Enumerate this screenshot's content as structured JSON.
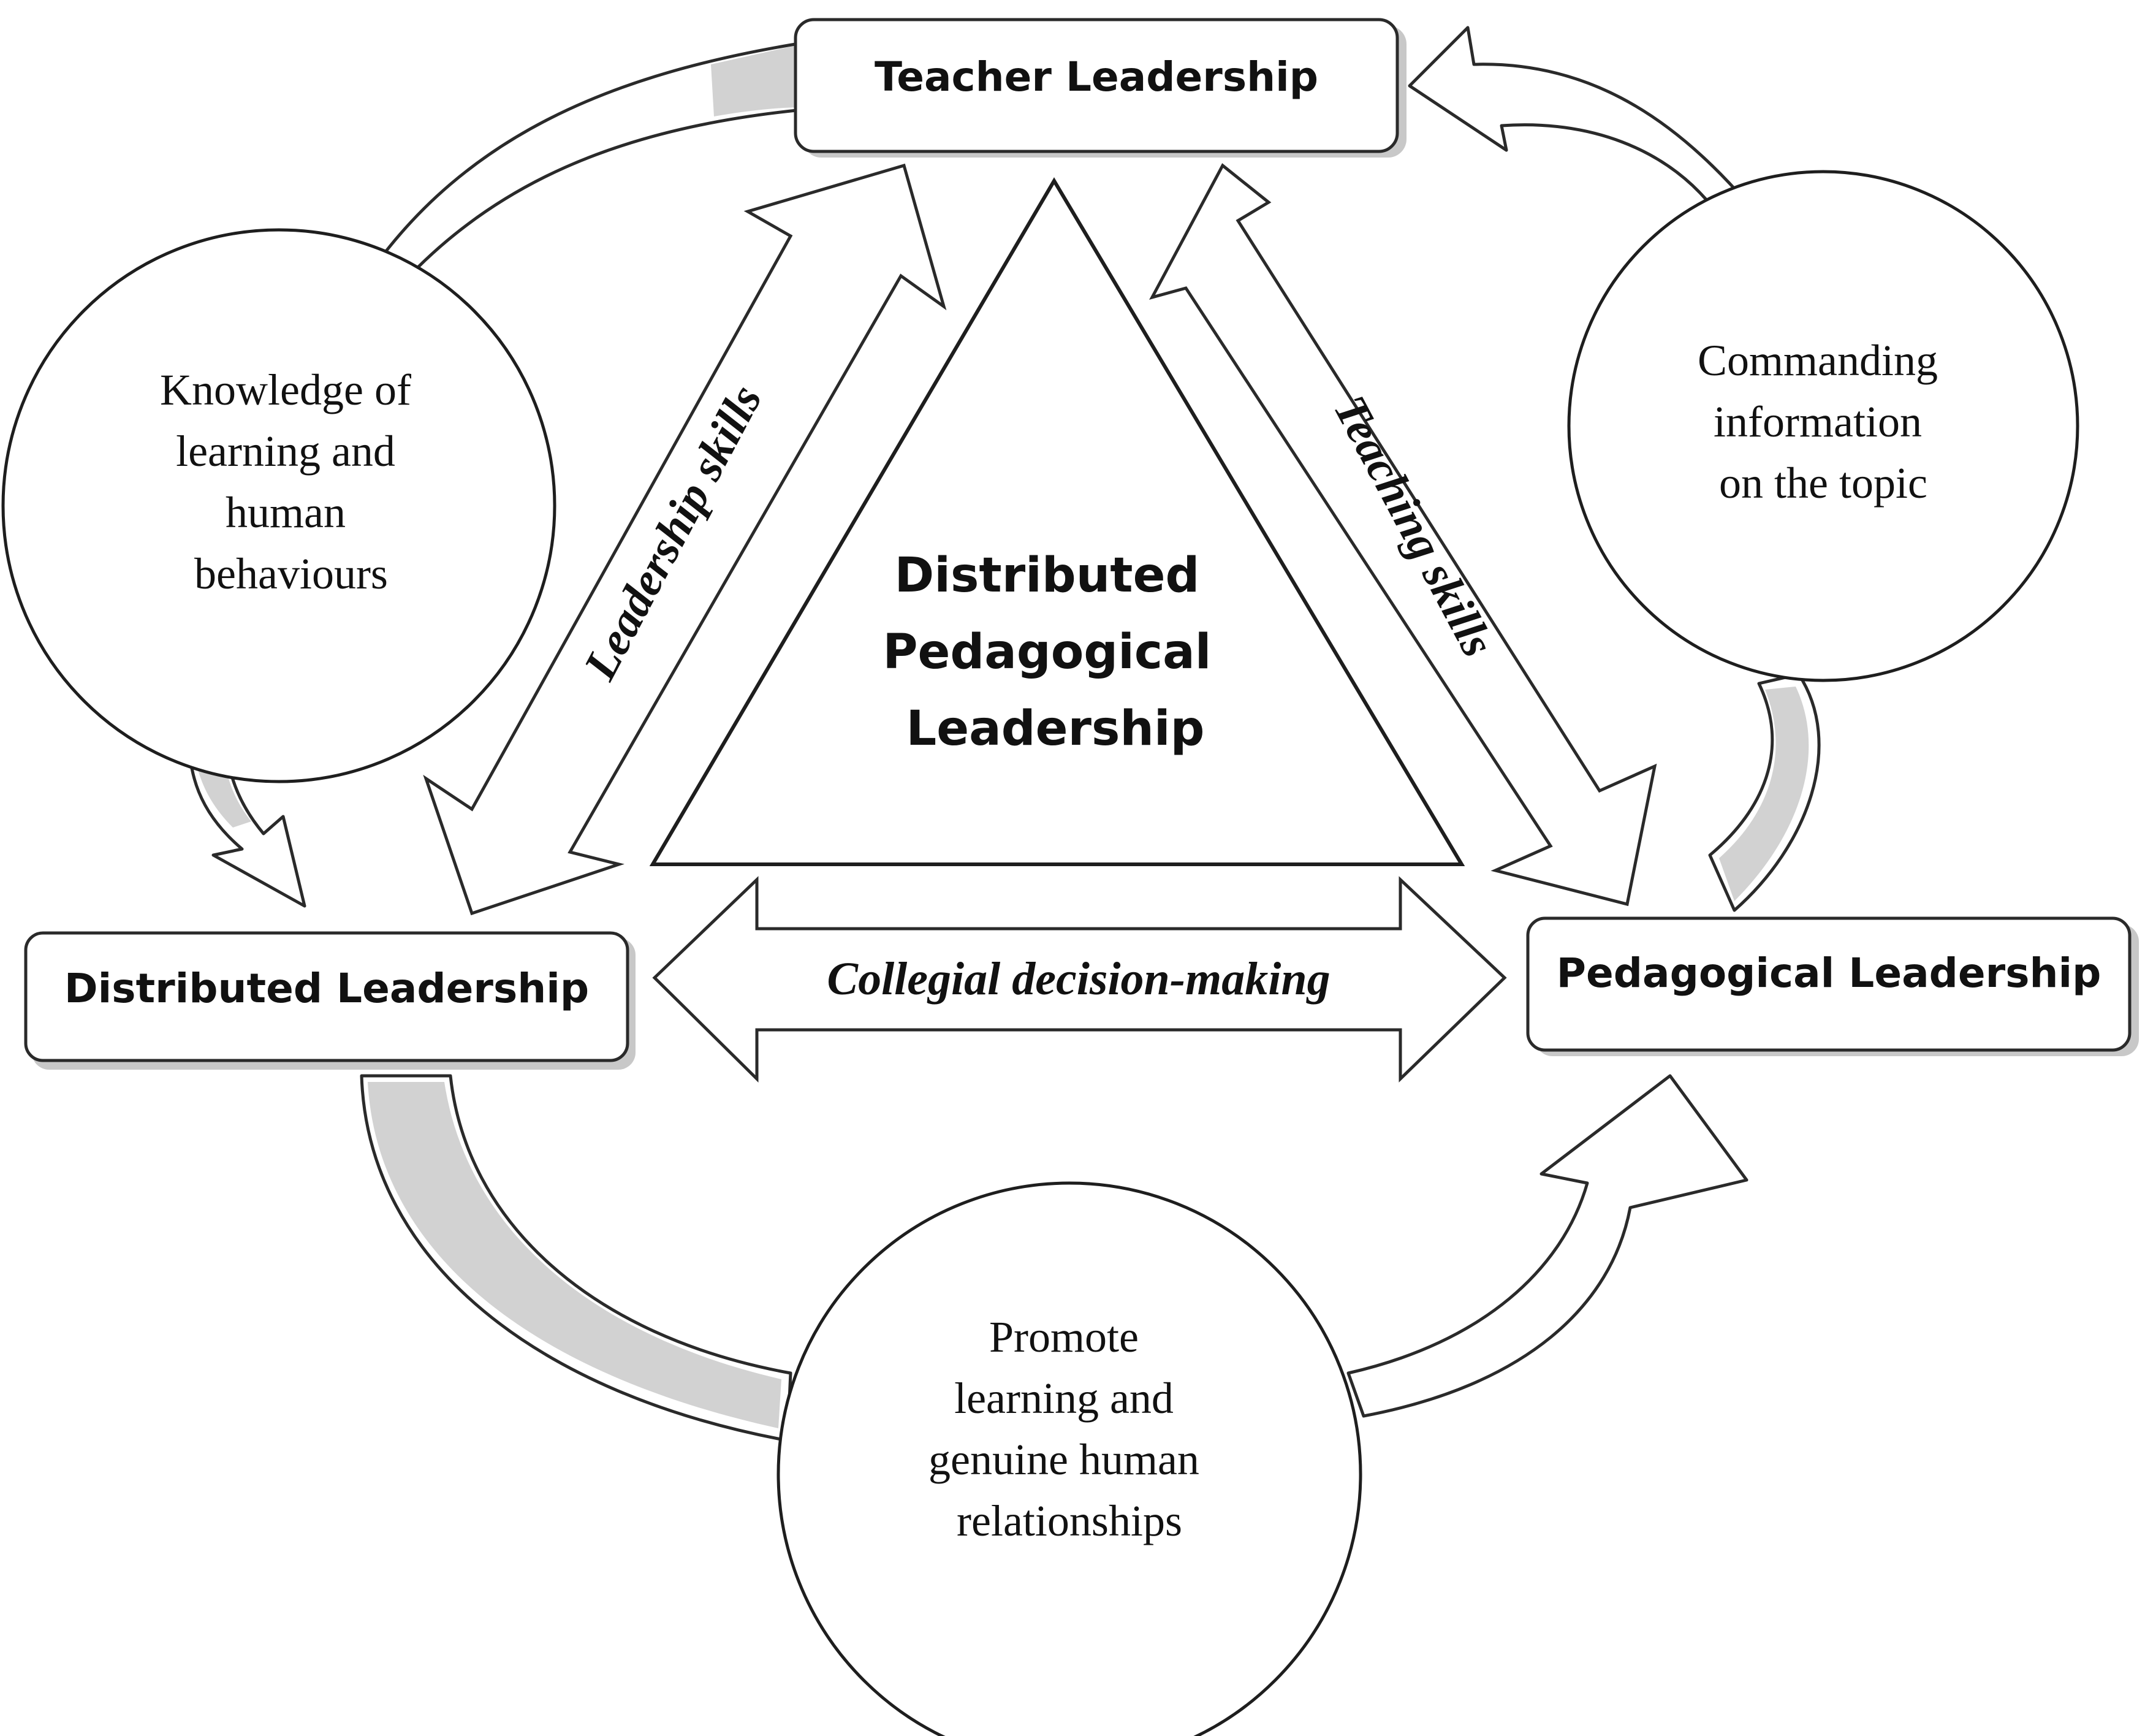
{
  "nodes": {
    "teacher": "Teacher Leadership",
    "distributed": "Distributed Leadership",
    "pedagogical": "Pedagogical Leadership"
  },
  "center": {
    "line1": "Distributed",
    "line2": "Pedagogical",
    "line3": "Leadership"
  },
  "circles": {
    "knowledge": [
      "Knowledge of",
      "learning and",
      "human",
      "behaviours"
    ],
    "commanding": [
      "Commanding",
      "information",
      "on the topic"
    ],
    "promote": [
      "Promote",
      "learning and",
      "genuine human",
      "relationships"
    ]
  },
  "arrows": {
    "leadership_skills": "Leadership skills",
    "teaching_skills": "Teaching skills",
    "collegial": "Collegial decision-making"
  }
}
